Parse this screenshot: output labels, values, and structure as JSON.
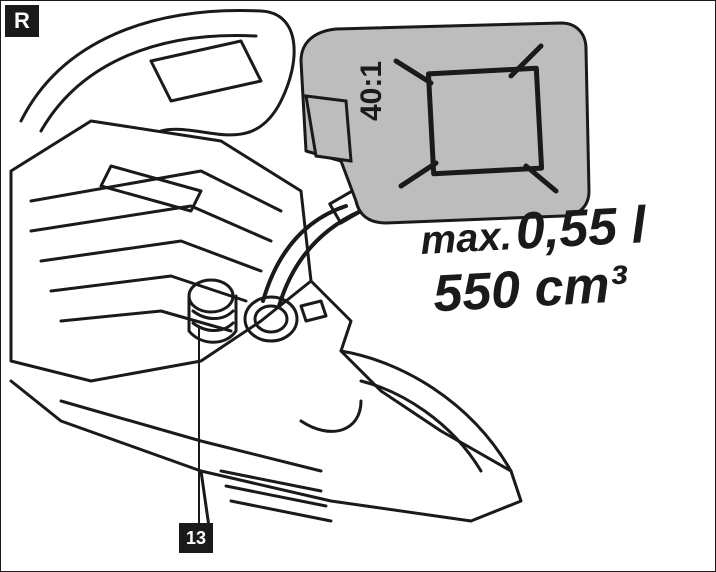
{
  "figure": {
    "label": "R",
    "callout": "13"
  },
  "canister": {
    "ratio": "40:1",
    "icon": "fuel-canister-icon"
  },
  "capacity": {
    "max_prefix": "max.",
    "volume_liters": "0,55 l",
    "volume_cm3": "550 cm³"
  },
  "colors": {
    "ink": "#1a1a1a",
    "canister_fill": "#bdbdbd",
    "background": "#ffffff"
  }
}
